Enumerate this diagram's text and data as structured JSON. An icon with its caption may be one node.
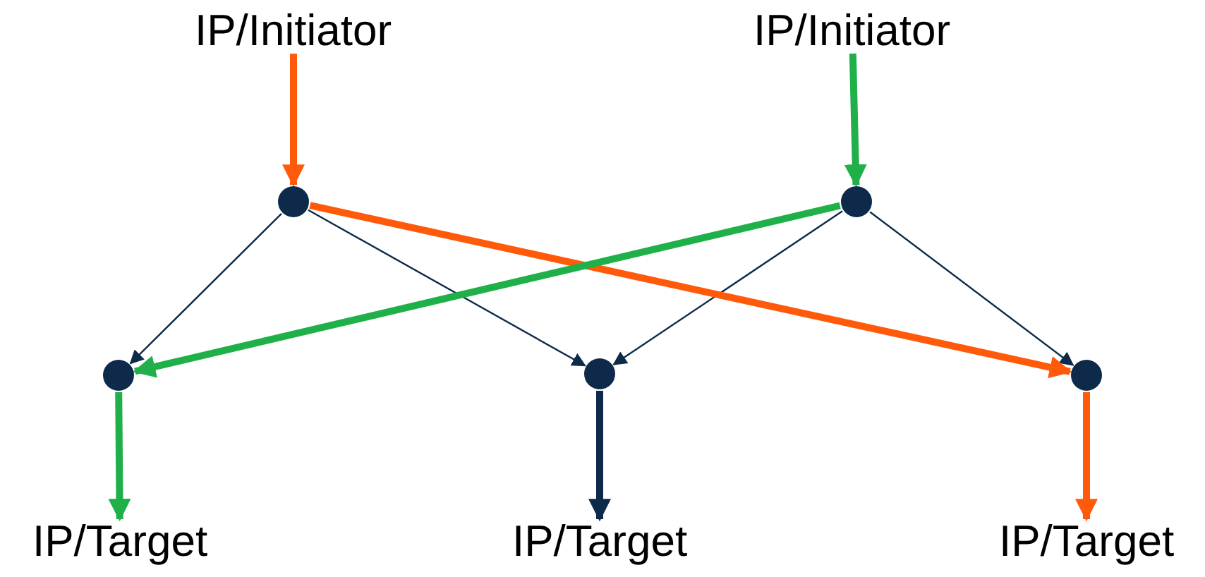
{
  "diagram": {
    "nodes": [
      {
        "text": [
          "IP/Initiator"
        ]
      },
      {
        "text": [
          "IP/Initiator"
        ]
      },
      {
        "text": [],
        "shape": "circle"
      },
      {
        "text": [],
        "shape": "circle"
      },
      {
        "text": [],
        "shape": "circle"
      },
      {
        "text": [],
        "shape": "circle"
      },
      {
        "text": [],
        "shape": "circle"
      },
      {
        "text": [
          "IP/Target"
        ]
      },
      {
        "text": [
          "IP/Target"
        ]
      },
      {
        "text": [
          "IP/Target"
        ]
      }
    ],
    "edges": [
      {
        "from": 0,
        "to": 2,
        "arrow": "to",
        "color": "#ff5a0a"
      },
      {
        "from": 1,
        "to": 3,
        "arrow": "to",
        "color": "#1fb04a"
      },
      {
        "from": 2,
        "to": 4,
        "arrow": "to"
      },
      {
        "from": 2,
        "to": 5,
        "arrow": "to"
      },
      {
        "from": 3,
        "to": 5,
        "arrow": "to"
      },
      {
        "from": 3,
        "to": 6,
        "arrow": "to"
      },
      {
        "from": 2,
        "to": 6,
        "arrow": "to",
        "color": "#ff5a0a"
      },
      {
        "from": 3,
        "to": 4,
        "arrow": "to",
        "color": "#1fb04a"
      },
      {
        "from": 4,
        "to": 7,
        "arrow": "to",
        "color": "#1fb04a"
      },
      {
        "from": 5,
        "to": 8,
        "arrow": "to"
      },
      {
        "from": 6,
        "to": 9,
        "arrow": "to",
        "color": "#ff5a0a"
      }
    ]
  }
}
